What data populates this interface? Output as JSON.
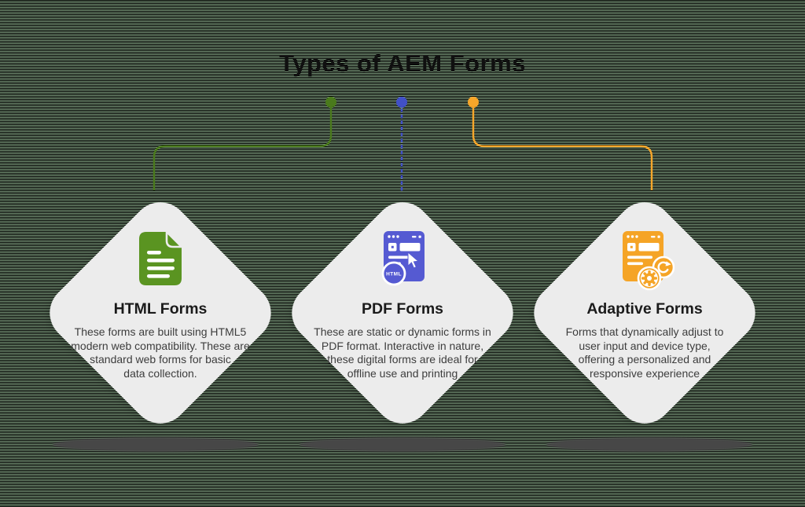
{
  "title": "Types of AEM Forms",
  "colors": {
    "green_line": "#4a7a1c",
    "green_icon": "#5a9421",
    "indigo_line": "#4150c8",
    "indigo_icon": "#555ad2",
    "orange_line": "#f7a62a",
    "orange_icon": "#f5a426",
    "card_bg": "#ececec",
    "shadow": "#474747",
    "bg_stripe_green": "#7d9b7d",
    "bg_stripe_dark": "#000000"
  },
  "cards": [
    {
      "icon": "document-icon",
      "accent": "green",
      "title": "HTML Forms",
      "description": "These forms are built using HTML5\nmodern web compatibility. These are\nstandard web forms for basic\ndata collection."
    },
    {
      "icon": "pdf-browser-cursor-icon",
      "accent": "indigo",
      "badge": "HTML",
      "title": "PDF Forms",
      "description": "These are static or dynamic forms in\nPDF format. Interactive in nature,\nthese digital forms are ideal for\noffline use and printing"
    },
    {
      "icon": "adaptive-browser-gear-sync-icon",
      "accent": "orange",
      "title": "Adaptive Forms",
      "description": "Forms that dynamically adjust to\nuser input and device type,\noffering a personalized and\nresponsive experience"
    }
  ]
}
